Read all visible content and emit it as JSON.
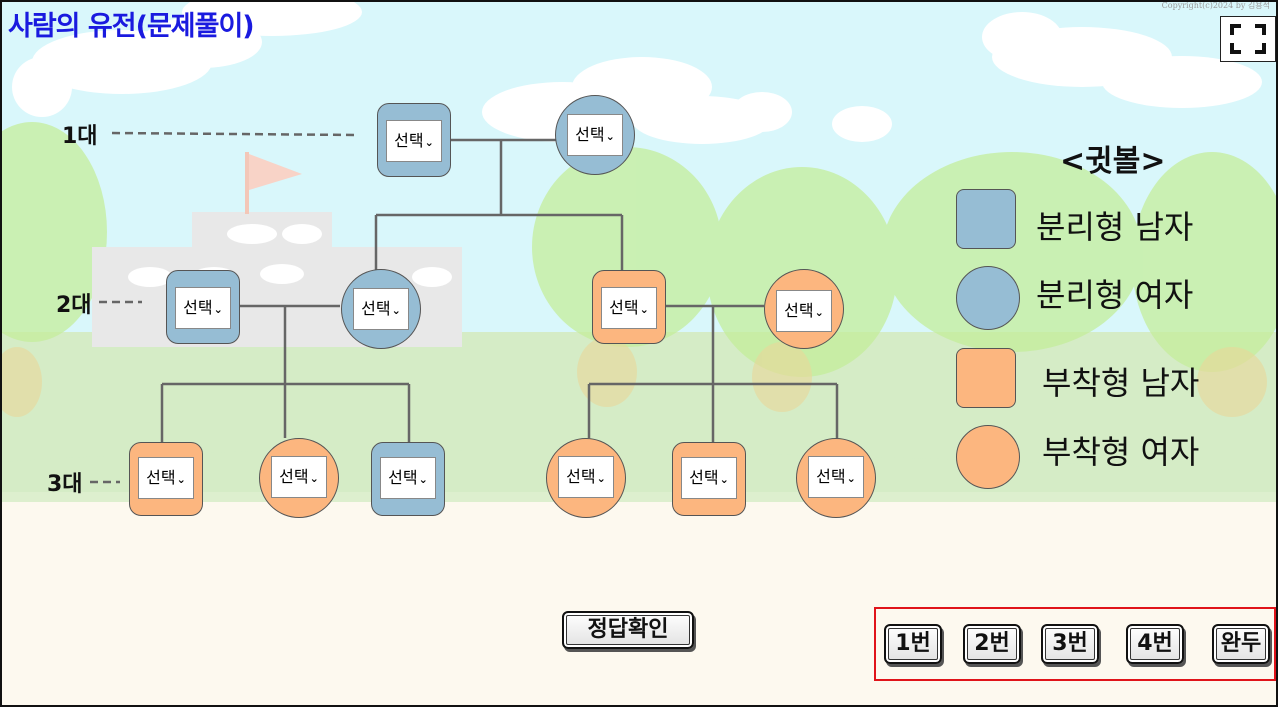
{
  "app": {
    "title": "사람의 유전(문제풀이)",
    "copyright": "Copyright(c)2024 by 김용석"
  },
  "generations": [
    "1대",
    "2대",
    "3대"
  ],
  "select_placeholder": "선택",
  "pedigree": [
    {
      "id": "g1-male",
      "shape": "square",
      "color": "blue",
      "generation": 1
    },
    {
      "id": "g1-female",
      "shape": "circle",
      "color": "blue",
      "generation": 1
    },
    {
      "id": "g2-male-left",
      "shape": "square",
      "color": "blue",
      "generation": 2
    },
    {
      "id": "g2-female-left",
      "shape": "circle",
      "color": "blue",
      "generation": 2
    },
    {
      "id": "g2-male-right",
      "shape": "square",
      "color": "orange",
      "generation": 2
    },
    {
      "id": "g2-female-right",
      "shape": "circle",
      "color": "orange",
      "generation": 2
    },
    {
      "id": "g3-child-1",
      "shape": "square",
      "color": "orange",
      "generation": 3
    },
    {
      "id": "g3-child-2",
      "shape": "circle",
      "color": "orange",
      "generation": 3
    },
    {
      "id": "g3-child-3",
      "shape": "square",
      "color": "blue",
      "generation": 3
    },
    {
      "id": "g3-child-4",
      "shape": "circle",
      "color": "orange",
      "generation": 3
    },
    {
      "id": "g3-child-5",
      "shape": "square",
      "color": "orange",
      "generation": 3
    },
    {
      "id": "g3-child-6",
      "shape": "circle",
      "color": "orange",
      "generation": 3
    }
  ],
  "legend": {
    "title": "<귓볼>",
    "items": [
      {
        "label": "분리형 남자",
        "shape": "square",
        "color": "blue"
      },
      {
        "label": "분리형 여자",
        "shape": "circle",
        "color": "blue"
      },
      {
        "label": "부착형 남자",
        "shape": "square",
        "color": "orange"
      },
      {
        "label": "부착형 여자",
        "shape": "circle",
        "color": "orange"
      }
    ]
  },
  "buttons": {
    "check_answer": "정답확인",
    "problems": [
      "1번",
      "2번",
      "3번",
      "4번",
      "완두"
    ]
  },
  "colors": {
    "title": "#1a1adf",
    "detached": "#96bdd4",
    "attached": "#fcb67f",
    "nav_border": "#e0141a",
    "line": "#666666"
  },
  "icons": {
    "fullscreen": "fullscreen-icon",
    "dropdown": "chevron-down-icon"
  }
}
